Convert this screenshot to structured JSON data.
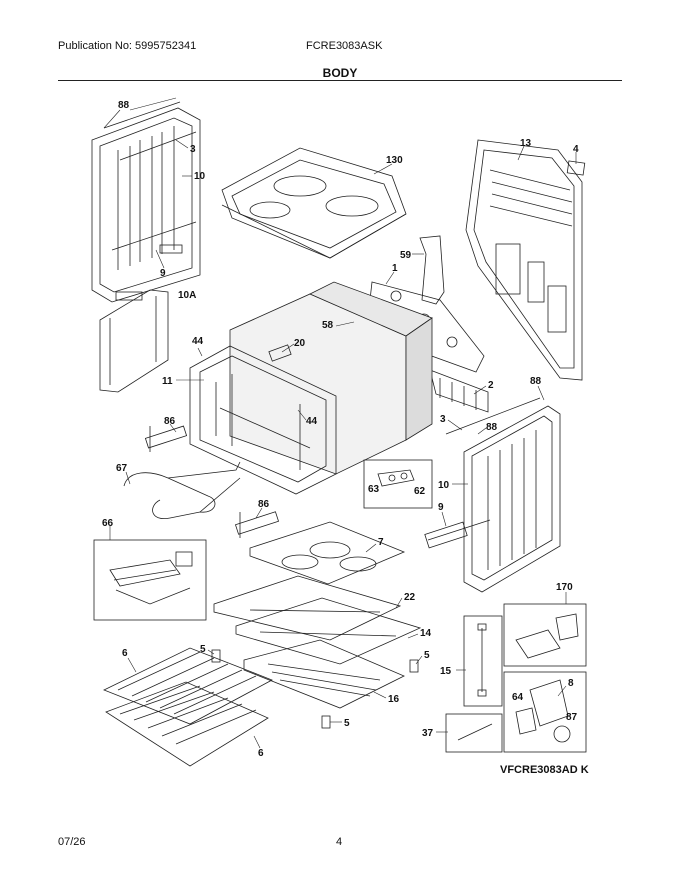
{
  "header": {
    "publication": "Publication No: 5995752341",
    "model": "FCRE3083ASK",
    "section": "BODY"
  },
  "footer": {
    "date": "07/26",
    "page": "4"
  },
  "diagram_code": "VFCRE3083AD K",
  "part_labels": {
    "p88a": "88",
    "p3a": "3",
    "p10a": "10",
    "p9a": "9",
    "p10A": "10A",
    "p130": "130",
    "p13": "13",
    "p4": "4",
    "p59": "59",
    "p1": "1",
    "p58": "58",
    "p20": "20",
    "p44a": "44",
    "p11": "11",
    "p44b": "44",
    "p86a": "86",
    "p67": "67",
    "p86b": "86",
    "p66": "66",
    "p2": "2",
    "p88b": "88",
    "p3b": "3",
    "p88c": "88",
    "p10b": "10",
    "p63": "63",
    "p62": "62",
    "p9b": "9",
    "p7": "7",
    "p22": "22",
    "p14": "14",
    "p5a": "5",
    "p5b": "5",
    "p5c": "5",
    "p6a": "6",
    "p6b": "6",
    "p16": "16",
    "p170": "170",
    "p15": "15",
    "p8": "8",
    "p64": "64",
    "p87": "87",
    "p37": "37"
  }
}
